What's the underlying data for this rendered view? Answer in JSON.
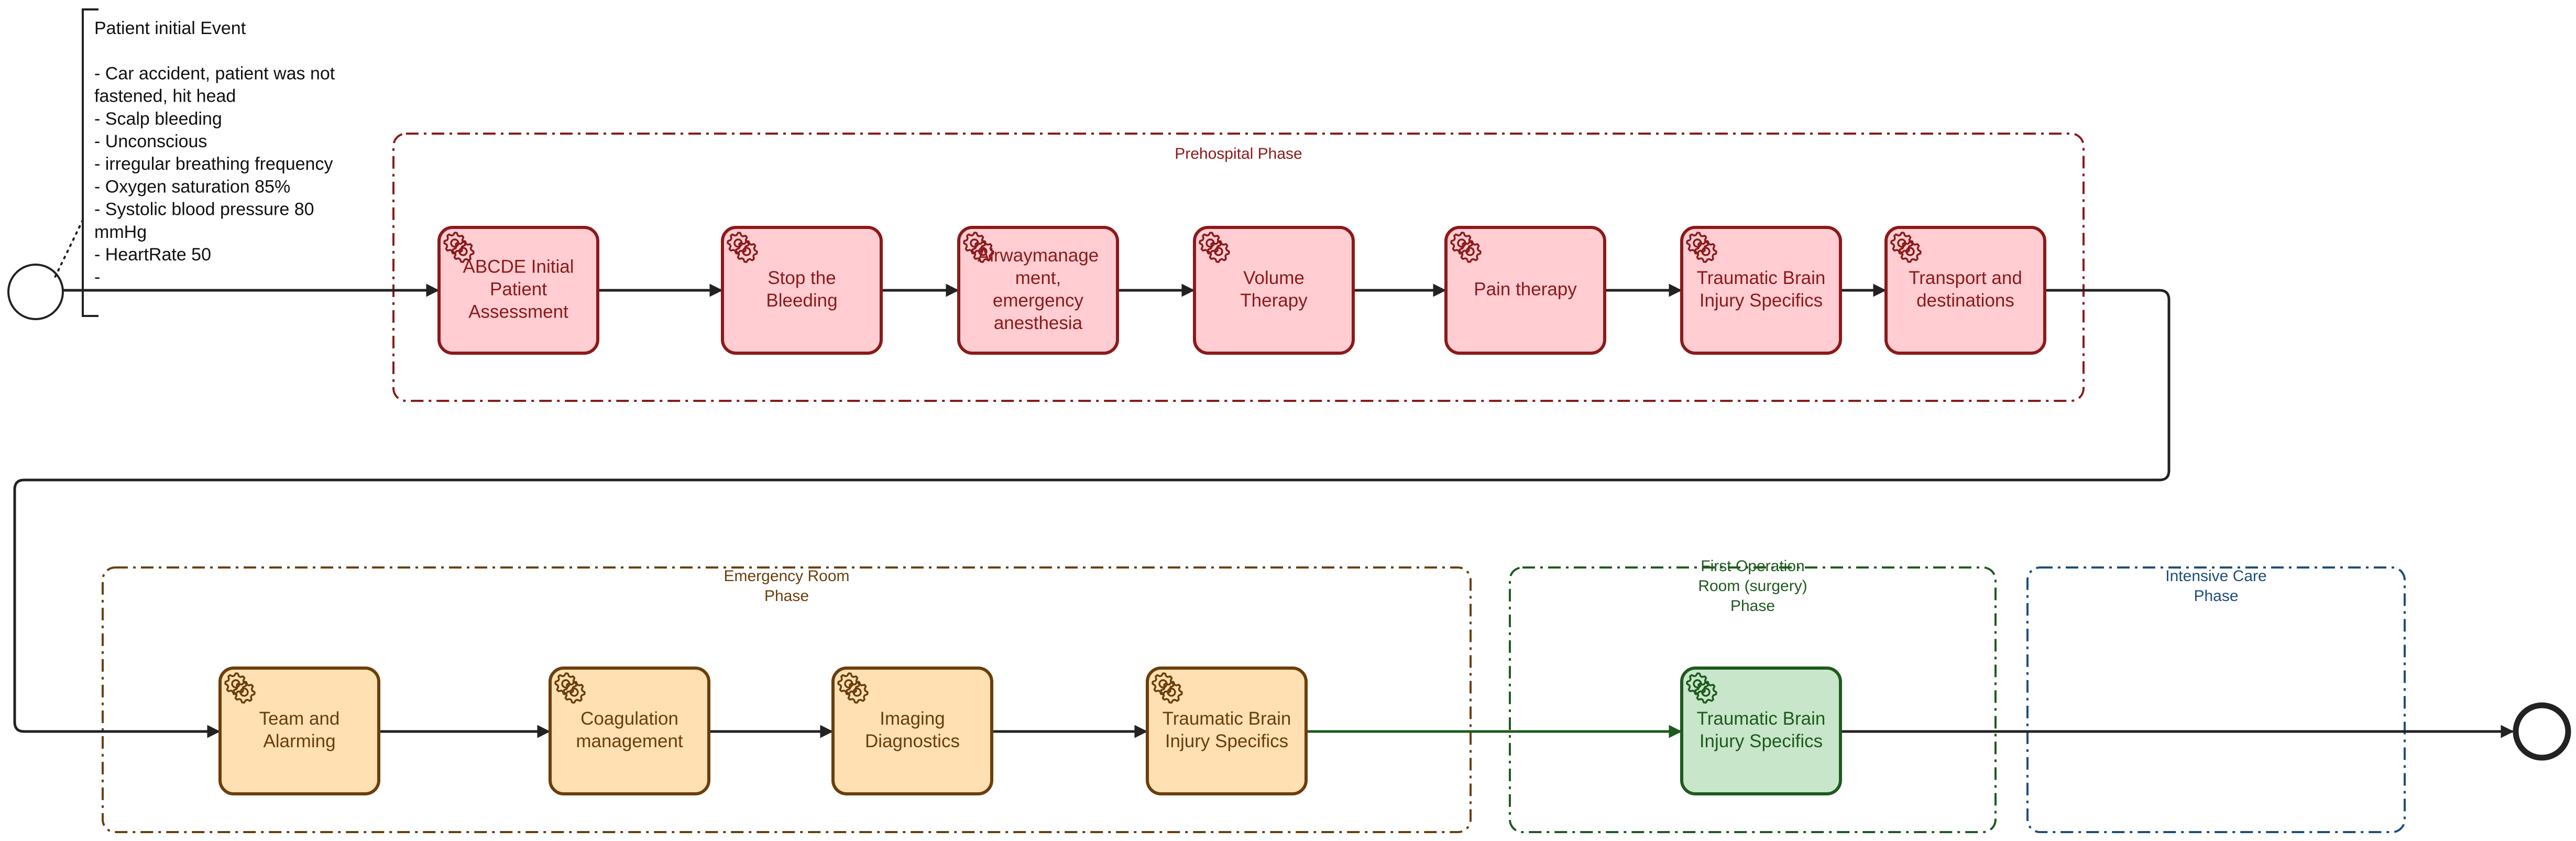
{
  "annotation": {
    "lines": [
      "Patient initial Event",
      "",
      "- Car accident, patient was not",
      "fastened, hit head",
      "- Scalp bleeding",
      "- Unconscious",
      "- irregular breathing frequency",
      "- Oxygen saturation 85%",
      "- Systolic blood pressure 80",
      "mmHg",
      "- HeartRate 50",
      "-"
    ]
  },
  "phases": [
    {
      "id": "prehospital",
      "lines": [
        "Prehospital Phase"
      ],
      "color": "#8b1a1a"
    },
    {
      "id": "er",
      "lines": [
        "Emergency Room",
        "Phase"
      ],
      "color": "#6b3e0b"
    },
    {
      "id": "or",
      "lines": [
        "First Operation",
        "Room (surgery)",
        "Phase"
      ],
      "color": "#1f5a1f"
    },
    {
      "id": "icu",
      "lines": [
        "Intensive Care",
        "Phase"
      ],
      "color": "#1f4e79"
    }
  ],
  "tasks": [
    {
      "id": "abcde",
      "lines": [
        "ABCDE Initial",
        "Patient",
        "Assessment"
      ],
      "style": "pre"
    },
    {
      "id": "stop-bleeding",
      "lines": [
        "Stop the",
        "Bleeding"
      ],
      "style": "pre"
    },
    {
      "id": "airway",
      "lines": [
        "Airwaymanage",
        "ment,",
        "emergency",
        "anesthesia"
      ],
      "style": "pre"
    },
    {
      "id": "volume",
      "lines": [
        "Volume",
        "Therapy"
      ],
      "style": "pre"
    },
    {
      "id": "pain",
      "lines": [
        "Pain therapy"
      ],
      "style": "pre"
    },
    {
      "id": "tbi-pre",
      "lines": [
        "Traumatic Brain",
        "Injury Specifics"
      ],
      "style": "pre"
    },
    {
      "id": "transport",
      "lines": [
        "Transport and",
        "destinations"
      ],
      "style": "pre"
    },
    {
      "id": "team",
      "lines": [
        "Team and",
        "Alarming"
      ],
      "style": "er"
    },
    {
      "id": "coag",
      "lines": [
        "Coagulation",
        "management"
      ],
      "style": "er"
    },
    {
      "id": "imaging",
      "lines": [
        "Imaging",
        "Diagnostics"
      ],
      "style": "er"
    },
    {
      "id": "tbi-er",
      "lines": [
        "Traumatic Brain",
        "Injury Specifics"
      ],
      "style": "er"
    },
    {
      "id": "tbi-or",
      "lines": [
        "Traumatic Brain",
        "Injury Specifics"
      ],
      "style": "or"
    }
  ],
  "styles": {
    "pre": {
      "fill": "#ffcdd2",
      "stroke": "#8b1a1a",
      "text": "#8b1a1a"
    },
    "er": {
      "fill": "#ffe0b2",
      "stroke": "#6b3e0b",
      "text": "#6b3e0b"
    },
    "or": {
      "fill": "#c8e6c9",
      "stroke": "#1f5a1f",
      "text": "#1f5a1f"
    }
  },
  "colors": {
    "flow": "#222222",
    "flow_or": "#1f5a1f"
  }
}
